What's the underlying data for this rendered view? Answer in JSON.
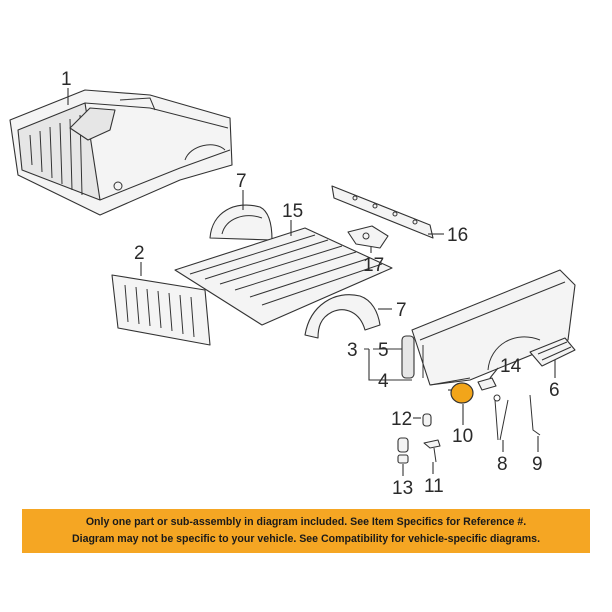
{
  "callouts": {
    "c1": "1",
    "c2": "2",
    "c3": "3",
    "c4": "4",
    "c5": "5",
    "c6": "6",
    "c7a": "7",
    "c7b": "7",
    "c8": "8",
    "c9": "9",
    "c10": "10",
    "c11": "11",
    "c12": "12",
    "c13": "13",
    "c14": "14",
    "c15": "15",
    "c16": "16",
    "c17": "17"
  },
  "notice": {
    "line1": "Only one part or sub-assembly in diagram included. See Item Specifics for Reference #.",
    "line2": "Diagram may not be specific to your vehicle. See Compatibility for vehicle-specific diagrams."
  },
  "colors": {
    "highlight": "#f2a51a",
    "banner": "#f5a623"
  }
}
